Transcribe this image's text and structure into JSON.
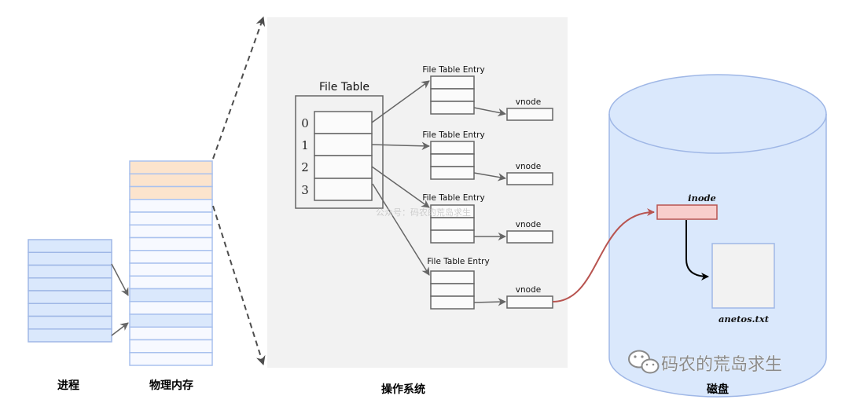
{
  "sections": {
    "process_label": "进程",
    "memory_label": "物理内存",
    "os_label": "操作系统",
    "disk_label": "磁盘"
  },
  "file_table": {
    "title": "File Table",
    "indices": [
      "0",
      "1",
      "2",
      "3"
    ]
  },
  "file_table_entries": [
    {
      "label": "File Table Entry",
      "vnode": "vnode"
    },
    {
      "label": "File Table Entry",
      "vnode": "vnode"
    },
    {
      "label": "File Table Entry",
      "vnode": "vnode"
    },
    {
      "label": "File Table Entry",
      "vnode": "vnode"
    }
  ],
  "disk": {
    "inode_label": "inode",
    "file_name": "anetos.txt"
  },
  "watermark": {
    "inline_text": "公众号：码农的荒岛求生",
    "brand_text": "码农的荒岛求生",
    "brand_icon": "wechat-icon"
  },
  "colors": {
    "process_fill": "#dae8fc",
    "process_stroke": "#9fb7e6",
    "memory_fill": "#f7f9ff",
    "memory_stroke": "#a9c1ee",
    "memory_reserved_fill": "#fce4cd",
    "memory_highlight_fill": "#dae8fc",
    "os_panel_fill": "#f2f2f2",
    "table_stroke": "#666666",
    "disk_fill": "#dae8fc",
    "disk_stroke": "#9fb7e6",
    "inode_fill": "#f8cecc",
    "inode_stroke": "#b85450",
    "file_fill": "#f2f2f2",
    "link_color": "#b85450"
  }
}
